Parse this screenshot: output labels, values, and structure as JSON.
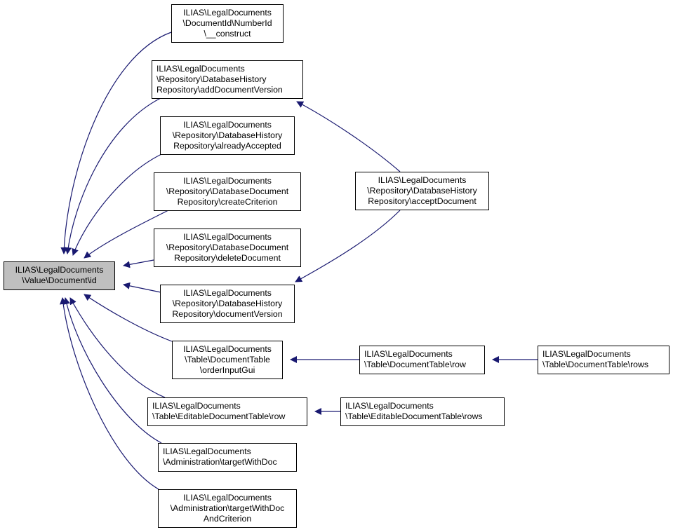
{
  "colors": {
    "edge": "#191970",
    "main_fill": "#bfbfbf",
    "node_fill": "#ffffff",
    "border": "#000000"
  },
  "nodes": [
    {
      "id": "main",
      "label": "ILIAS\\LegalDocuments\n\\Value\\Document\\id"
    },
    {
      "id": "numberid-construct",
      "label": "ILIAS\\LegalDocuments\n\\DocumentId\\NumberId\n\\__construct"
    },
    {
      "id": "add-document-version",
      "label": "ILIAS\\LegalDocuments\n\\Repository\\DatabaseHistory\nRepository\\addDocumentVersion"
    },
    {
      "id": "already-accepted",
      "label": "ILIAS\\LegalDocuments\n\\Repository\\DatabaseHistory\nRepository\\alreadyAccepted"
    },
    {
      "id": "create-criterion",
      "label": "ILIAS\\LegalDocuments\n\\Repository\\DatabaseDocument\nRepository\\createCriterion"
    },
    {
      "id": "delete-document",
      "label": "ILIAS\\LegalDocuments\n\\Repository\\DatabaseDocument\nRepository\\deleteDocument"
    },
    {
      "id": "document-version",
      "label": "ILIAS\\LegalDocuments\n\\Repository\\DatabaseHistory\nRepository\\documentVersion"
    },
    {
      "id": "order-input-gui",
      "label": "ILIAS\\LegalDocuments\n\\Table\\DocumentTable\n\\orderInputGui"
    },
    {
      "id": "editable-row",
      "label": "ILIAS\\LegalDocuments\n\\Table\\EditableDocumentTable\\row"
    },
    {
      "id": "target-with-doc",
      "label": "ILIAS\\LegalDocuments\n\\Administration\\targetWithDoc"
    },
    {
      "id": "target-with-doc-criterion",
      "label": "ILIAS\\LegalDocuments\n\\Administration\\targetWithDoc\nAndCriterion"
    },
    {
      "id": "accept-document",
      "label": "ILIAS\\LegalDocuments\n\\Repository\\DatabaseHistory\nRepository\\acceptDocument"
    },
    {
      "id": "document-table-row",
      "label": "ILIAS\\LegalDocuments\n\\Table\\DocumentTable\\row"
    },
    {
      "id": "editable-rows",
      "label": "ILIAS\\LegalDocuments\n\\Table\\EditableDocumentTable\\rows"
    },
    {
      "id": "document-table-rows",
      "label": "ILIAS\\LegalDocuments\n\\Table\\DocumentTable\\rows"
    }
  ],
  "edges": [
    {
      "from": "numberid-construct",
      "to": "main"
    },
    {
      "from": "add-document-version",
      "to": "main"
    },
    {
      "from": "already-accepted",
      "to": "main"
    },
    {
      "from": "create-criterion",
      "to": "main"
    },
    {
      "from": "delete-document",
      "to": "main"
    },
    {
      "from": "document-version",
      "to": "main"
    },
    {
      "from": "order-input-gui",
      "to": "main"
    },
    {
      "from": "editable-row",
      "to": "main"
    },
    {
      "from": "target-with-doc",
      "to": "main"
    },
    {
      "from": "target-with-doc-criterion",
      "to": "main"
    },
    {
      "from": "accept-document",
      "to": "add-document-version"
    },
    {
      "from": "accept-document",
      "to": "document-version"
    },
    {
      "from": "document-table-row",
      "to": "order-input-gui"
    },
    {
      "from": "editable-rows",
      "to": "editable-row"
    },
    {
      "from": "document-table-rows",
      "to": "document-table-row"
    }
  ]
}
